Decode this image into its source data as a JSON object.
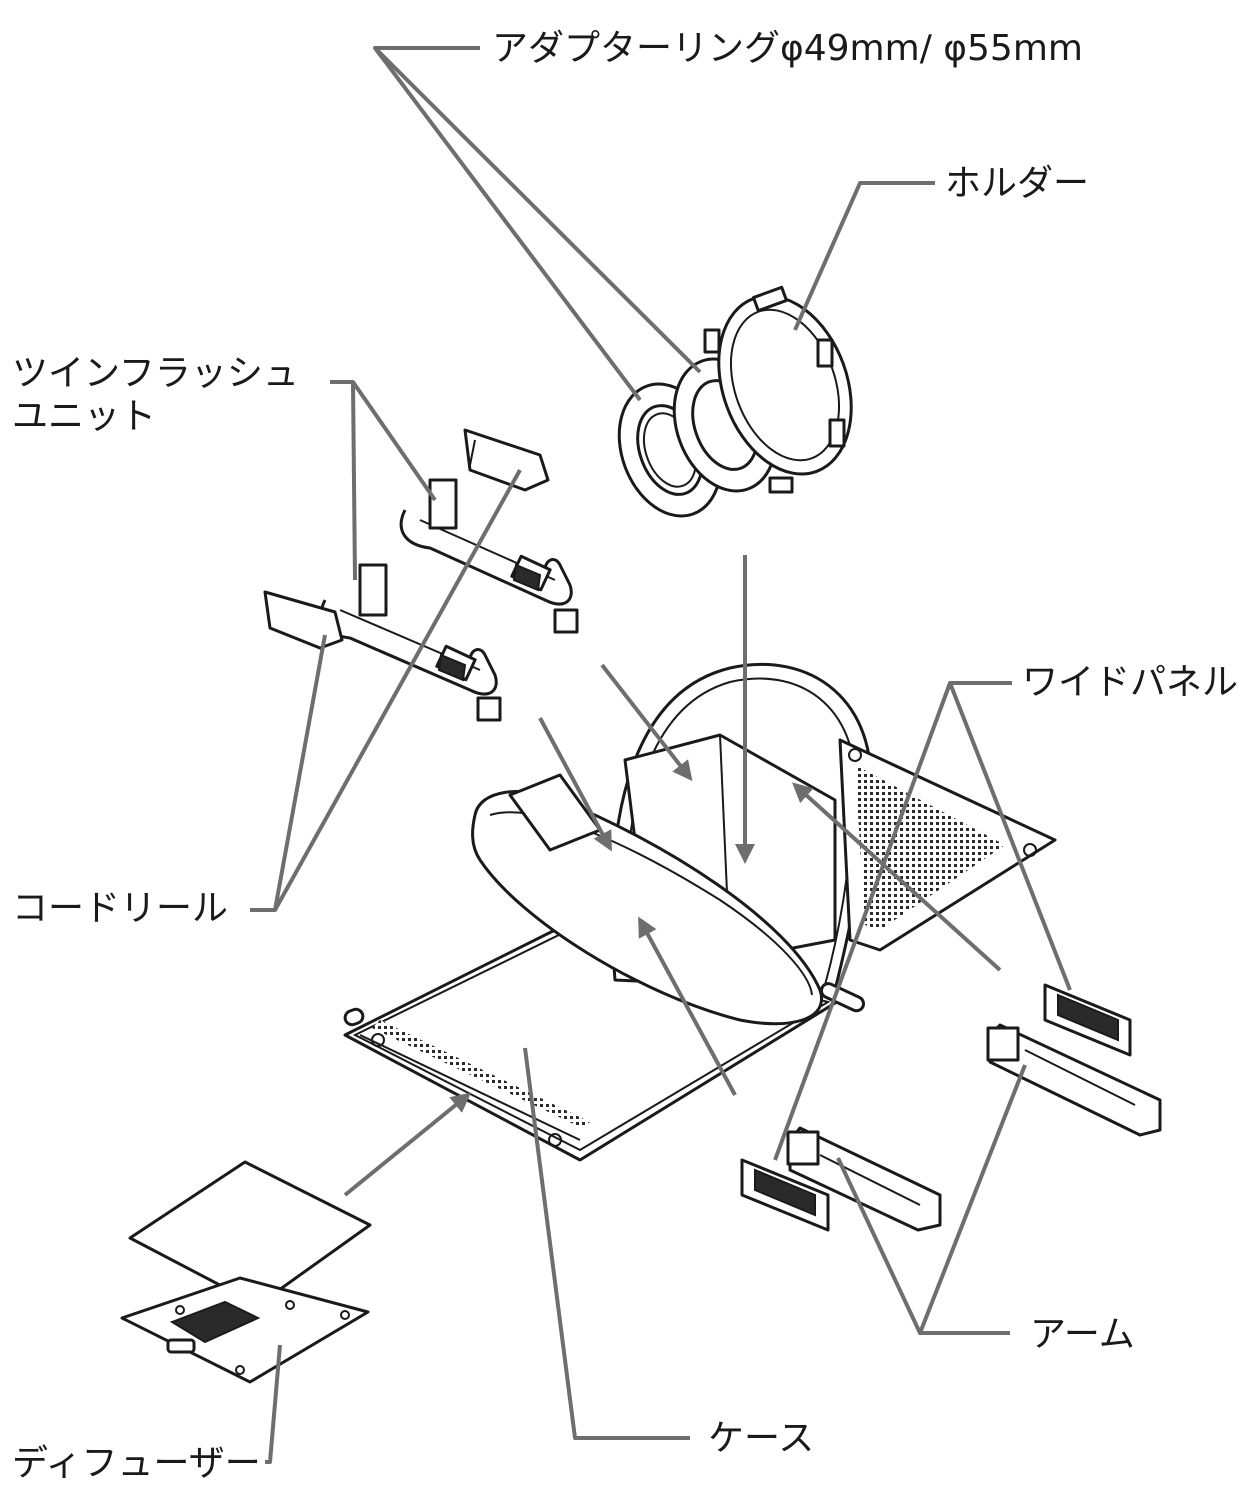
{
  "labels": {
    "adapter_ring": "アダプターリングφ49mm/ φ55mm",
    "holder": "ホルダー",
    "twin_flash_line1": "ツインフラッシュ",
    "twin_flash_line2": "ユニット",
    "wide_panel": "ワイドパネル",
    "cord_reel": "コードリール",
    "arm": "アーム",
    "case": "ケース",
    "diffuser": "ディフューザー"
  },
  "colors": {
    "leader_line": "#6e6e6e",
    "outline": "#1a1a1a",
    "background": "#ffffff"
  }
}
